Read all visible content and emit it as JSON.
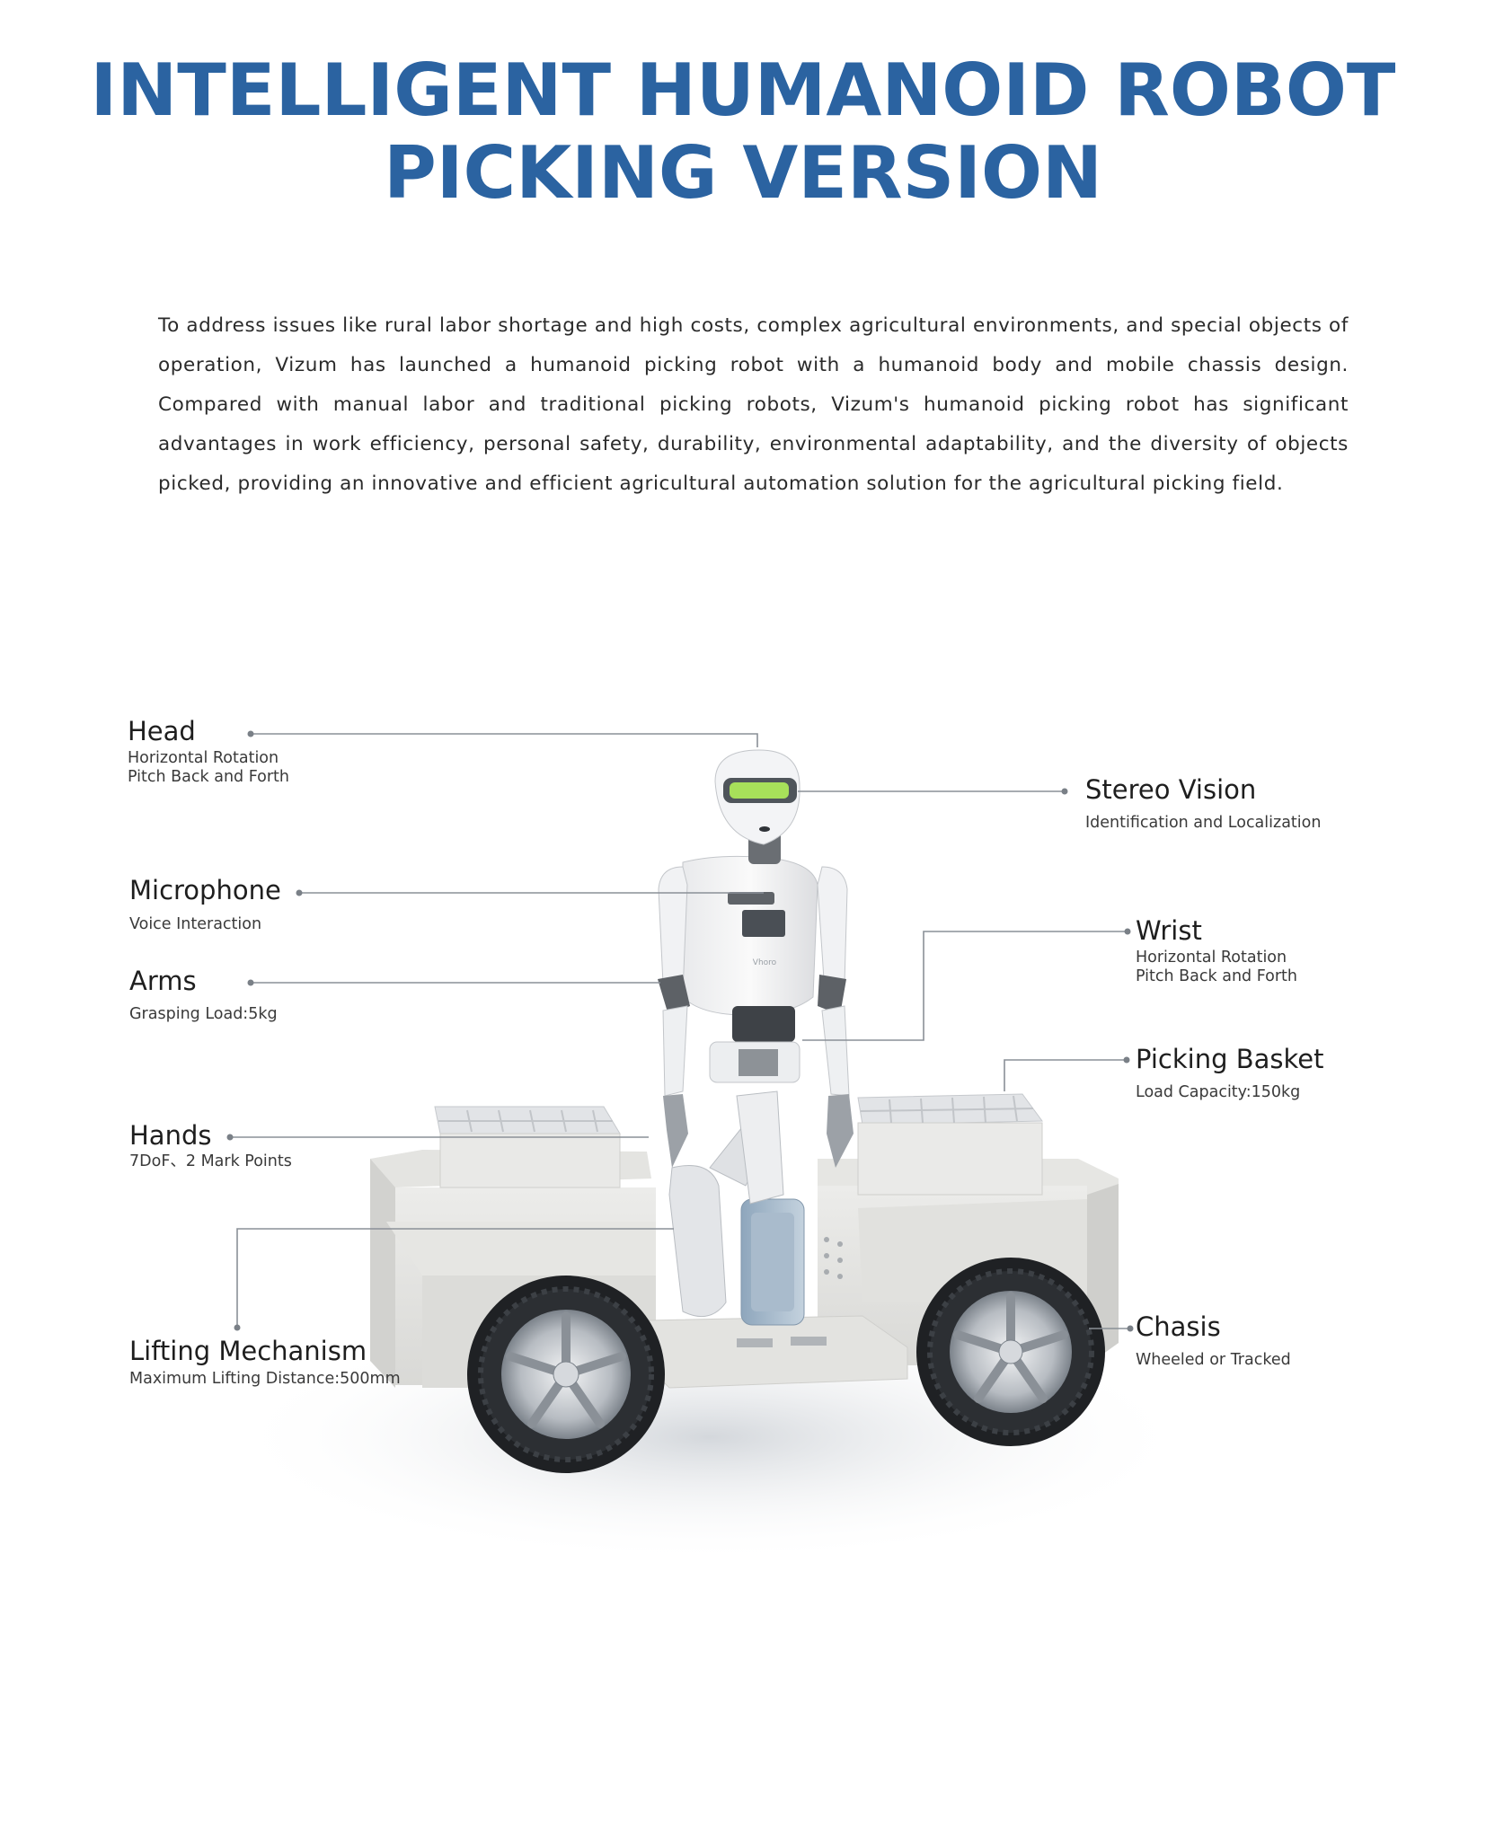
{
  "title": {
    "line1": "INTELLIGENT HUMANOID ROBOT",
    "line2": "PICKING VERSION"
  },
  "intro": "To address issues like rural labor shortage and high costs, complex agricultural environments, and special objects of operation, Vizum has launched a humanoid picking robot with a humanoid body and mobile chassis design. Compared with manual labor and traditional picking robots, Vizum's humanoid picking robot has significant advantages in work efficiency, personal safety, durability, environmental adaptability, and the diversity of objects picked, providing an innovative and efficient agricultural automation solution for the agricultural picking field.",
  "robot_brand": "Vhoro",
  "callouts": {
    "head": {
      "name": "Head",
      "sub1": "Horizontal Rotation",
      "sub2": "Pitch Back and Forth"
    },
    "stereo": {
      "name": "Stereo Vision",
      "sub1": "Identification and Localization"
    },
    "microphone": {
      "name": "Microphone",
      "sub1": "Voice Interaction"
    },
    "wrist": {
      "name": "Wrist",
      "sub1": "Horizontal Rotation",
      "sub2": "Pitch Back and Forth"
    },
    "arms": {
      "name": "Arms",
      "sub1": "Grasping Load:5kg"
    },
    "basket": {
      "name": "Picking Basket",
      "sub1": "Load Capacity:150kg"
    },
    "hands": {
      "name": "Hands",
      "sub1": "7DoF、2 Mark Points"
    },
    "lifting": {
      "name": "Lifting Mechanism",
      "sub1": "Maximum Lifting Distance:500mm"
    },
    "chasis": {
      "name": "Chasis",
      "sub1": "Wheeled or Tracked"
    }
  },
  "colors": {
    "title": "#2b63a1",
    "leader_line": "#8a9097",
    "visor": "#a7e05a"
  }
}
